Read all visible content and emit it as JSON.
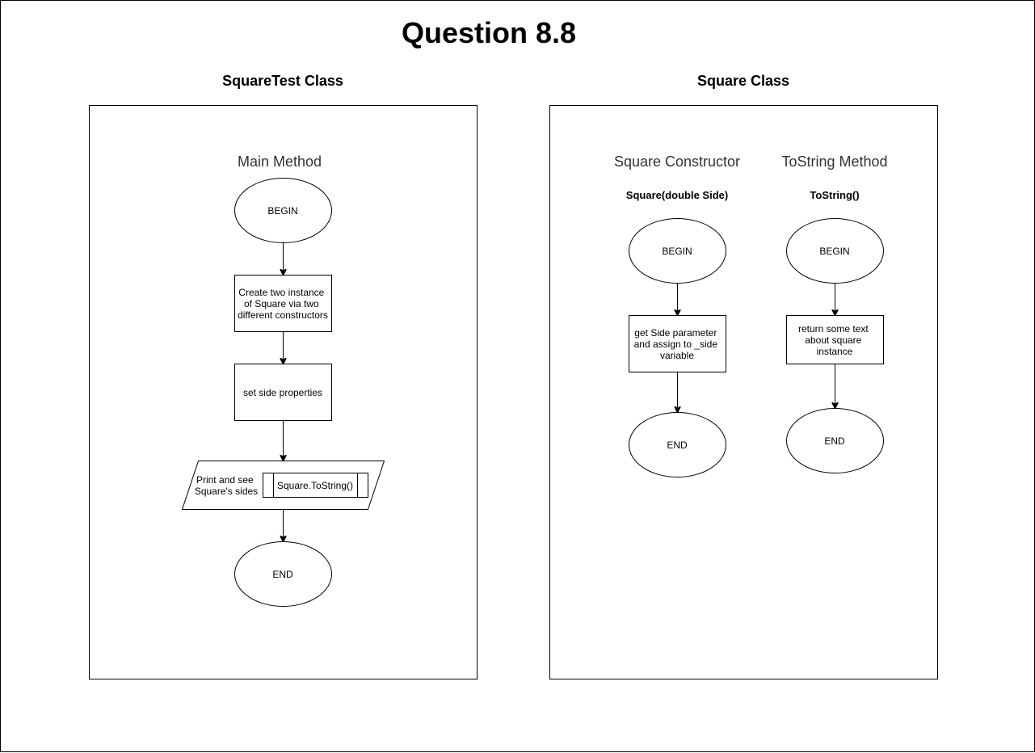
{
  "title": "Question 8.8",
  "left_panel": {
    "heading": "SquareTest Class",
    "method_heading": "Main Method",
    "nodes": {
      "begin": "BEGIN",
      "create": [
        "Create two instance",
        "of Square via two",
        "different constructors"
      ],
      "set_side": "set side properties",
      "print": [
        "Print and see",
        "Square's sides"
      ],
      "print_subprocess": "Square.ToString()",
      "end": "END"
    }
  },
  "right_panel": {
    "heading": "Square Class",
    "constructor": {
      "heading": "Square Constructor",
      "signature": "Square(double Side)",
      "begin": "BEGIN",
      "process": [
        "get Side parameter",
        "and assign to _side",
        "variable"
      ],
      "end": "END"
    },
    "tostring": {
      "heading": "ToString Method",
      "signature": "ToString()",
      "begin": "BEGIN",
      "process": [
        "return some text",
        "about square",
        "instance"
      ],
      "end": "END"
    }
  }
}
